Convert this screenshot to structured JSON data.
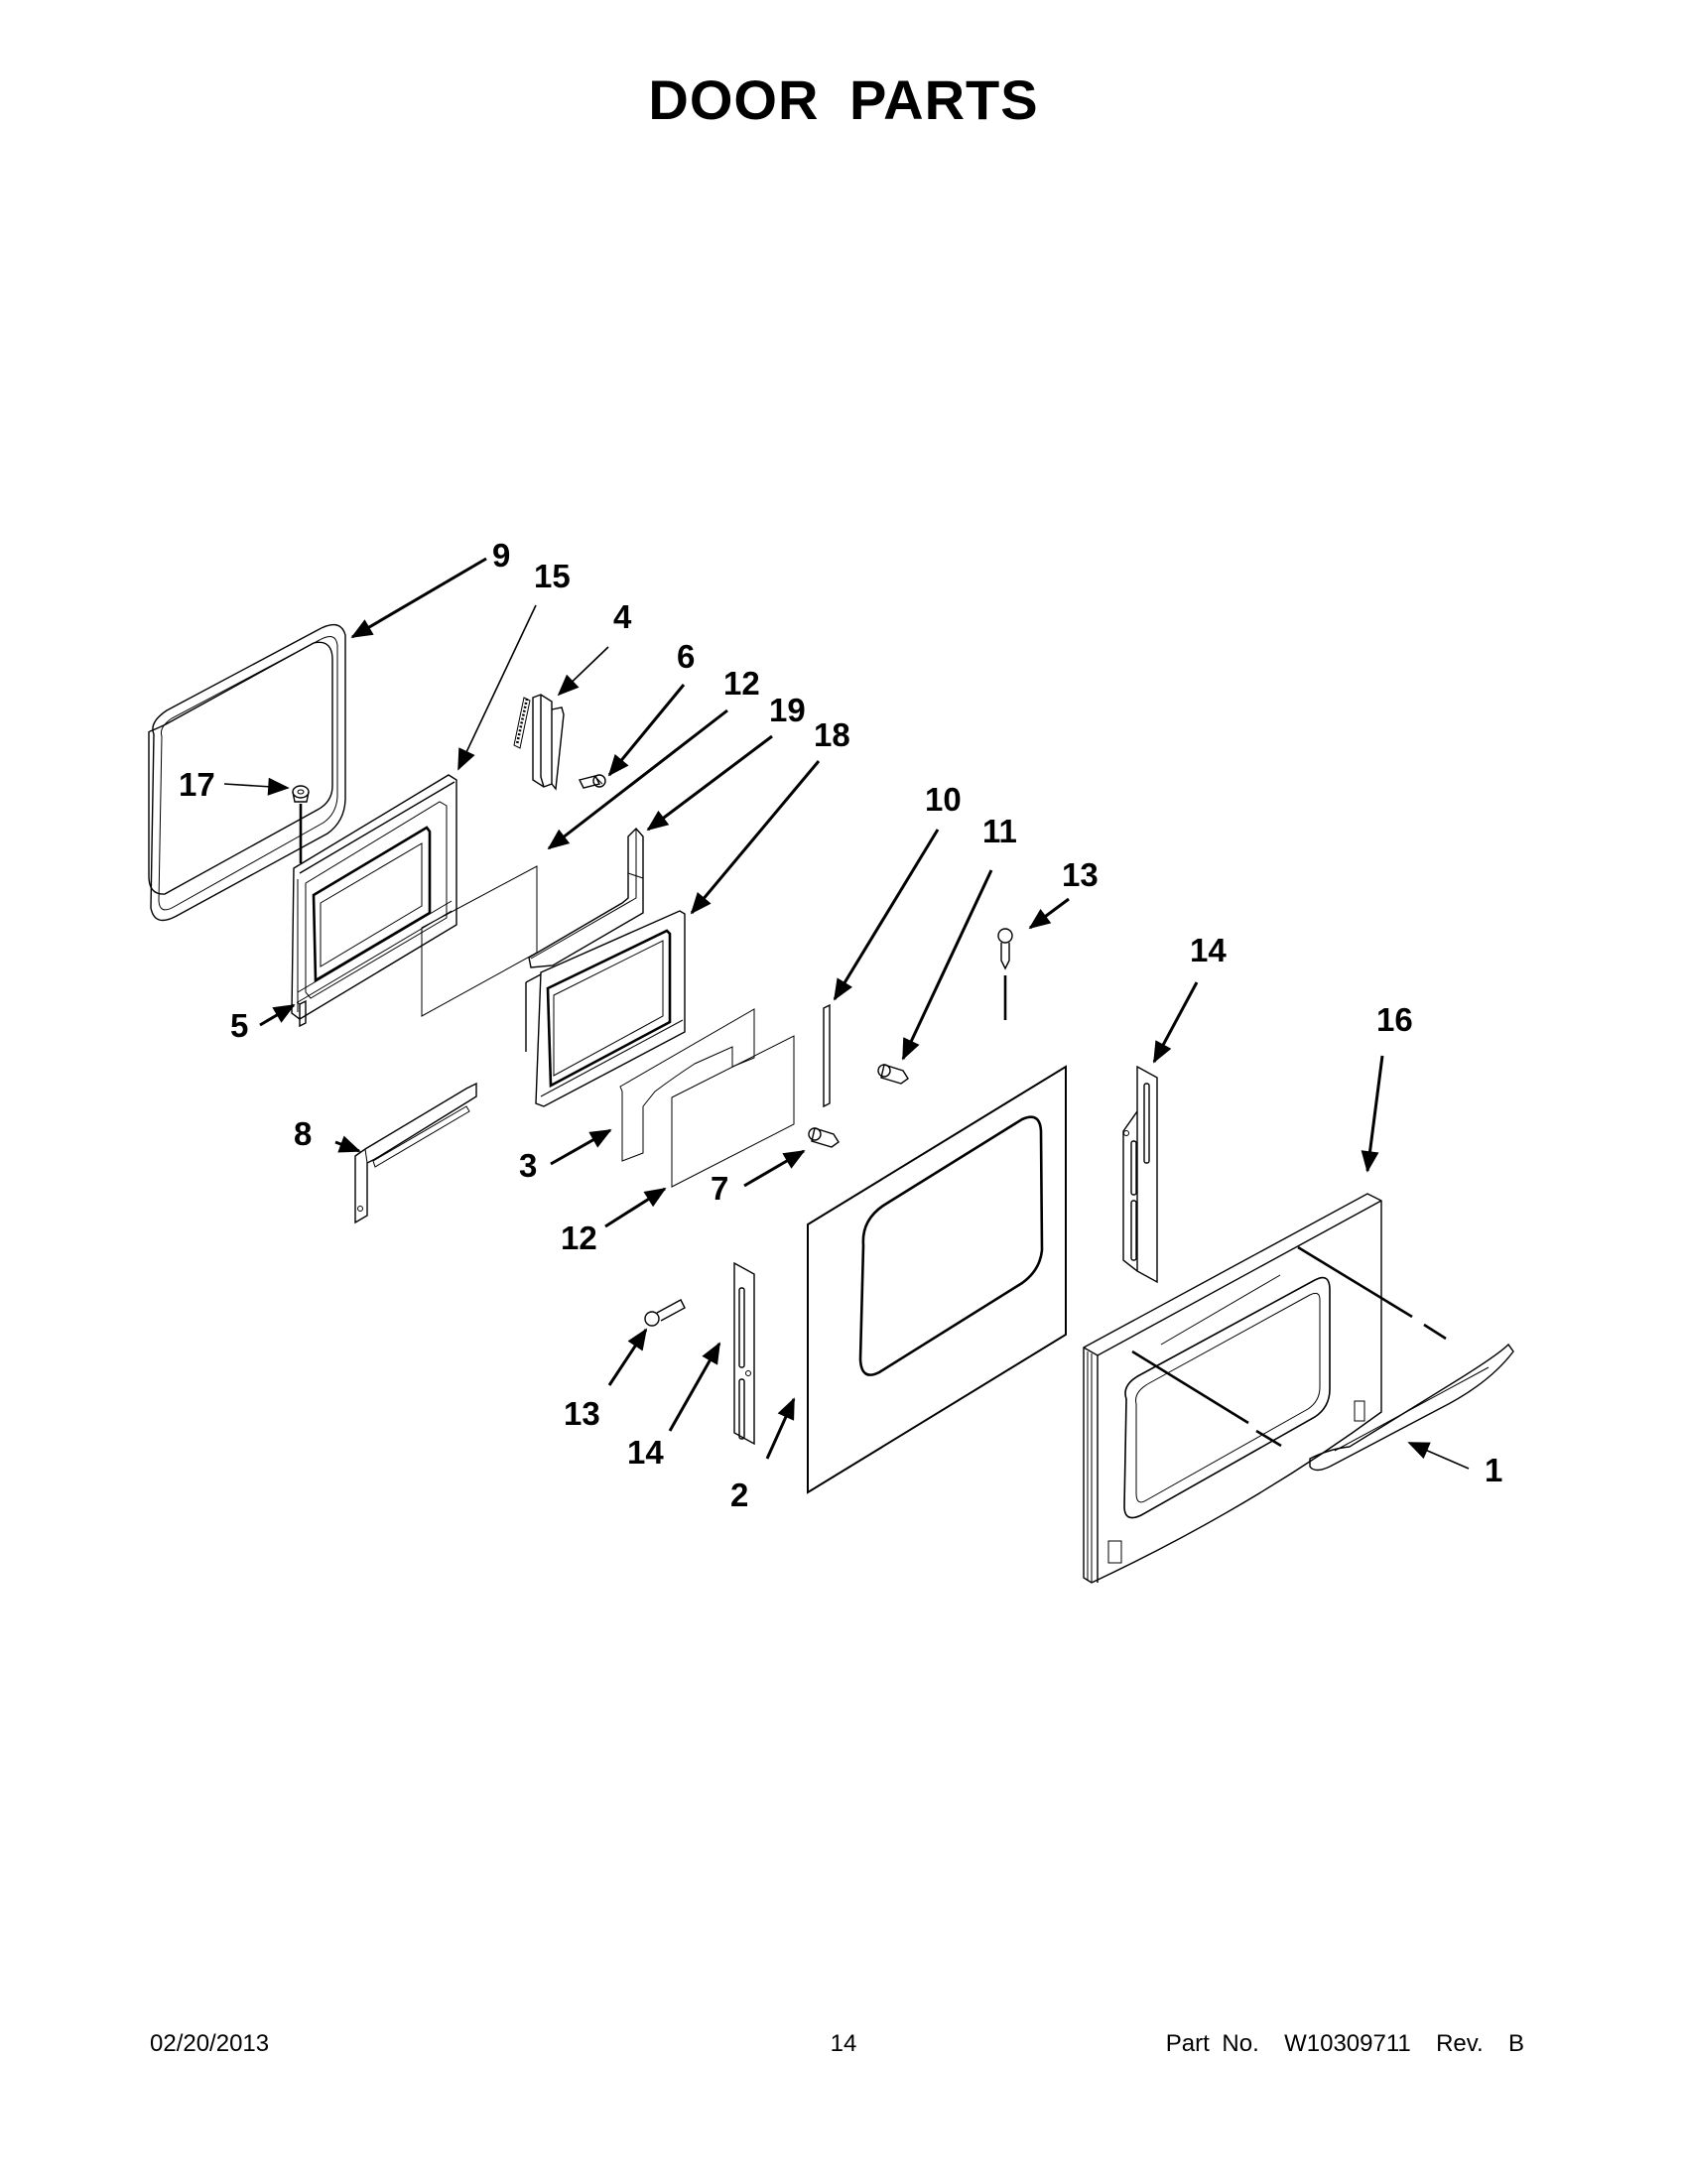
{
  "page": {
    "title": "DOOR PARTS"
  },
  "diagram": {
    "callouts": [
      {
        "id": "c9",
        "label": "9"
      },
      {
        "id": "c15",
        "label": "15"
      },
      {
        "id": "c4",
        "label": "4"
      },
      {
        "id": "c6",
        "label": "6"
      },
      {
        "id": "c12a",
        "label": "12"
      },
      {
        "id": "c19",
        "label": "19"
      },
      {
        "id": "c18",
        "label": "18"
      },
      {
        "id": "c17",
        "label": "17"
      },
      {
        "id": "c10",
        "label": "10"
      },
      {
        "id": "c11",
        "label": "11"
      },
      {
        "id": "c13a",
        "label": "13"
      },
      {
        "id": "c14a",
        "label": "14"
      },
      {
        "id": "c16",
        "label": "16"
      },
      {
        "id": "c5",
        "label": "5"
      },
      {
        "id": "c8",
        "label": "8"
      },
      {
        "id": "c3",
        "label": "3"
      },
      {
        "id": "c7",
        "label": "7"
      },
      {
        "id": "c12b",
        "label": "12"
      },
      {
        "id": "c13b",
        "label": "13"
      },
      {
        "id": "c14b",
        "label": "14"
      },
      {
        "id": "c2",
        "label": "2"
      },
      {
        "id": "c1",
        "label": "1"
      }
    ]
  },
  "footer": {
    "date": "02/20/2013",
    "page_number": "14",
    "part_info": "Part No.  W10309711  Rev.  B"
  }
}
